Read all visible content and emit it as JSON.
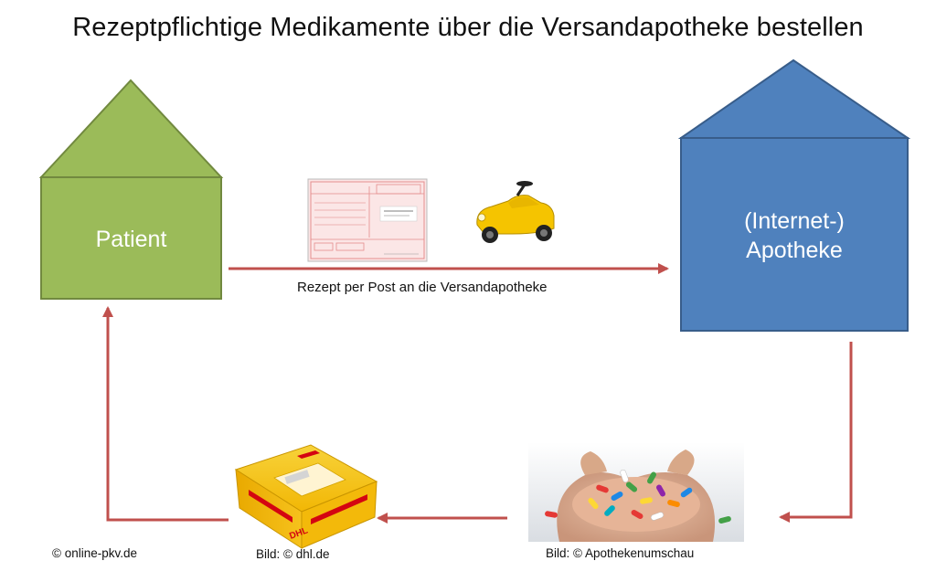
{
  "title": "Rezeptpflichtige Medikamente über die Versandapotheke bestellen",
  "nodes": {
    "patient": {
      "label": "Patient",
      "color": "#9bbb59",
      "stroke": "#71893f"
    },
    "pharmacy": {
      "label_line1": "(Internet-)",
      "label_line2": "Apotheke",
      "color": "#4f81bd",
      "stroke": "#385d8a"
    }
  },
  "edges": {
    "mail_prescription": {
      "label": "Rezept per Post an die Versandapotheke"
    }
  },
  "arrow_color": "#c0504d",
  "images": {
    "prescription_form": {
      "desc": "Rezeptformular"
    },
    "toy_car": {
      "desc": "Bobby-Car"
    },
    "parcel": {
      "caption": "Bild: © dhl.de",
      "brand": "DHL"
    },
    "pills": {
      "caption": "Bild: © Apothekenumschau"
    }
  },
  "footer": {
    "copyright": "© online-pkv.de"
  }
}
